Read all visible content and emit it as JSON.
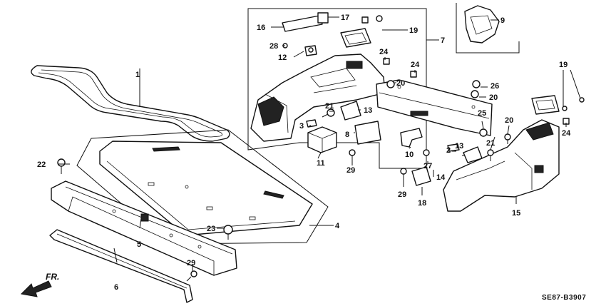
{
  "diagram": {
    "callouts": [
      {
        "id": "c1",
        "label": "1"
      },
      {
        "id": "c2",
        "label": "2"
      },
      {
        "id": "c3",
        "label": "3"
      },
      {
        "id": "c4",
        "label": "4"
      },
      {
        "id": "c5",
        "label": "5"
      },
      {
        "id": "c6",
        "label": "6"
      },
      {
        "id": "c7",
        "label": "7"
      },
      {
        "id": "c8",
        "label": "8"
      },
      {
        "id": "c9",
        "label": "9"
      },
      {
        "id": "c10",
        "label": "10"
      },
      {
        "id": "c11",
        "label": "11"
      },
      {
        "id": "c12",
        "label": "12"
      },
      {
        "id": "c13a",
        "label": "13"
      },
      {
        "id": "c13b",
        "label": "13"
      },
      {
        "id": "c14",
        "label": "14"
      },
      {
        "id": "c15",
        "label": "15"
      },
      {
        "id": "c16",
        "label": "16"
      },
      {
        "id": "c17",
        "label": "17"
      },
      {
        "id": "c18",
        "label": "18"
      },
      {
        "id": "c19a",
        "label": "19"
      },
      {
        "id": "c19b",
        "label": "19"
      },
      {
        "id": "c20a",
        "label": "20"
      },
      {
        "id": "c20b",
        "label": "20"
      },
      {
        "id": "c20c",
        "label": "20"
      },
      {
        "id": "c21a",
        "label": "21"
      },
      {
        "id": "c21b",
        "label": "21"
      },
      {
        "id": "c22",
        "label": "22"
      },
      {
        "id": "c23",
        "label": "23"
      },
      {
        "id": "c24a",
        "label": "24"
      },
      {
        "id": "c24b",
        "label": "24"
      },
      {
        "id": "c24c",
        "label": "24"
      },
      {
        "id": "c25",
        "label": "25"
      },
      {
        "id": "c26",
        "label": "26"
      },
      {
        "id": "c27",
        "label": "27"
      },
      {
        "id": "c28",
        "label": "28"
      },
      {
        "id": "c29a",
        "label": "29"
      },
      {
        "id": "c29b",
        "label": "29"
      },
      {
        "id": "c29c",
        "label": "29"
      }
    ],
    "direction_label": "FR.",
    "diagram_code": "SE87-B3907"
  }
}
